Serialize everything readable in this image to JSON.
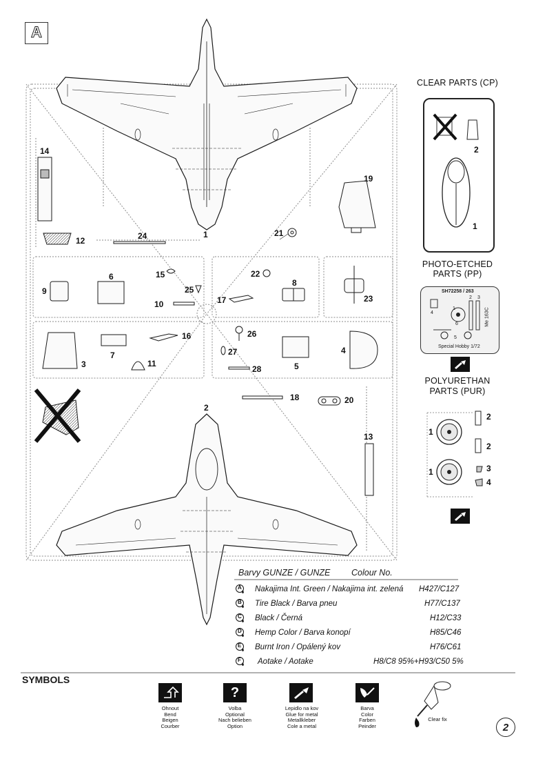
{
  "sheet": {
    "letter": "A",
    "page_number": "2"
  },
  "clear_parts": {
    "title": "CLEAR PARTS (CP)",
    "labels": [
      "2",
      "1"
    ]
  },
  "photo_etched": {
    "title_line1": "PHOTO-ETCHED",
    "title_line2": "PARTS  (PP)",
    "fret_code": "SH72258 / 263",
    "fret_brand": "Special Hobby 1/72",
    "fret_side": "Me 163C",
    "fret_numbers": [
      "1",
      "2",
      "3",
      "4",
      "5",
      "6"
    ]
  },
  "polyurethan": {
    "title_line1": "POLYURETHAN",
    "title_line2": "PARTS  (PUR)",
    "labels": [
      "1",
      "2",
      "1",
      "2",
      "3",
      "4"
    ]
  },
  "sprue_parts": [
    "14",
    "12",
    "24",
    "1",
    "21",
    "19",
    "9",
    "6",
    "15",
    "25",
    "22",
    "8",
    "10",
    "17",
    "23",
    "16",
    "26",
    "4",
    "7",
    "27",
    "5",
    "3",
    "11",
    "28",
    "18",
    "20",
    "2",
    "13"
  ],
  "colours": {
    "header_left": "Barvy GUNZE / GUNZE",
    "header_right": "Colour No.",
    "rows": [
      {
        "letter": "A",
        "name": "Nakajima Int. Green / Nakajima int. zelená",
        "code": "H427/C127"
      },
      {
        "letter": "B",
        "name": "Tire Black / Barva pneu",
        "code": "H77/C137"
      },
      {
        "letter": "C",
        "name": "Black / Černá",
        "code": "H12/C33"
      },
      {
        "letter": "D",
        "name": "Hemp Color / Barva konopí",
        "code": "H85/C46"
      },
      {
        "letter": "E",
        "name": "Burnt Iron / Opálený kov",
        "code": "H76/C61"
      },
      {
        "letter": "F",
        "name": "Aotake / Aotake",
        "code": "H8/C8 95%+H93/C50 5%"
      }
    ]
  },
  "symbols": {
    "title": "SYMBOLS",
    "items": [
      {
        "icon": "bend-icon",
        "lines": [
          "Ohnout",
          "Bend",
          "Beigen",
          "Courber"
        ]
      },
      {
        "icon": "optional-icon",
        "glyph": "?",
        "lines": [
          "Volba",
          "Optional",
          "Nach belieben",
          "Option"
        ]
      },
      {
        "icon": "glue-metal-icon",
        "lines": [
          "Lepidlo na kov",
          "Glue for metal",
          "Metallkleber",
          "Cole a metal"
        ]
      },
      {
        "icon": "paint-icon",
        "lines": [
          "Barva",
          "Color",
          "Farben",
          "Peinder"
        ]
      },
      {
        "icon": "clear-fix-icon",
        "lines": [
          "Clear fix"
        ]
      }
    ]
  },
  "colors": {
    "ink": "#1a1a1a",
    "line": "#222222",
    "sprue_dot": "#777777"
  }
}
